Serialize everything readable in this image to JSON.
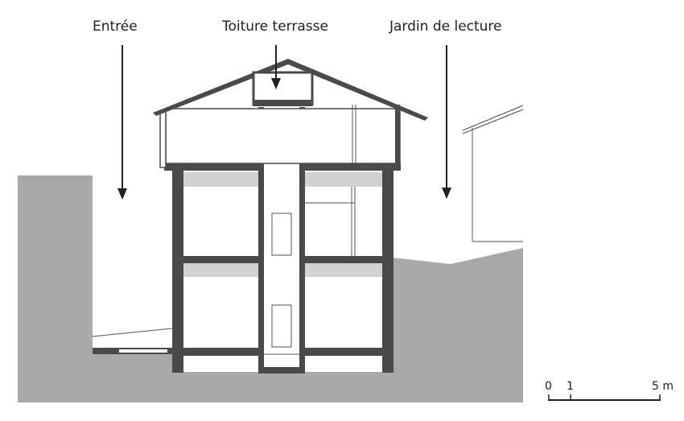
{
  "labels": {
    "entree": "Entrée",
    "toiture": "Toiture terrasse",
    "jardin": "Jardin de lecture"
  },
  "scale": {
    "zero": "0",
    "one": "1",
    "five": "5 m"
  },
  "colors": {
    "ground": "#a7a8aa",
    "wall": "#4a4a4d",
    "slab_band": "#d0d1d3",
    "line": "#3a3a3c"
  }
}
